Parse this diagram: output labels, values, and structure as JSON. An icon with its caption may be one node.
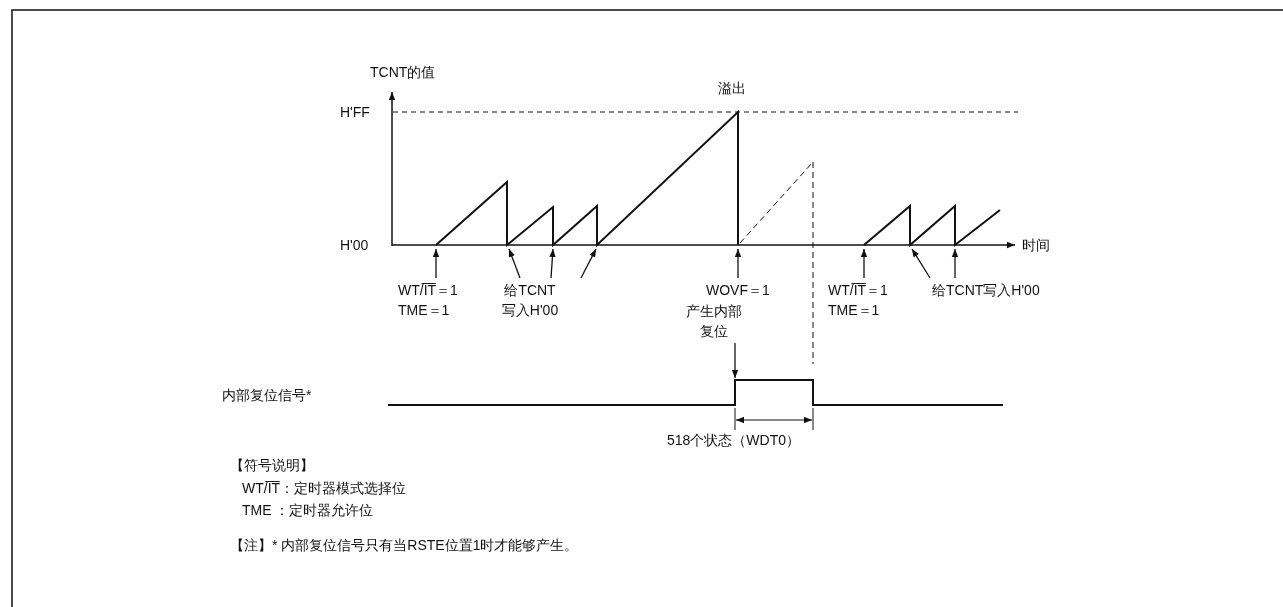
{
  "diagram": {
    "nodes": [
      {
        "text": [
          "WT/I̅T̅＝1",
          "TME＝1"
        ]
      },
      {
        "text": [
          "给TCNT 写入H'00"
        ]
      },
      {
        "text": [
          "WOVF＝1"
        ]
      },
      {
        "text": [
          "产生内部复位"
        ]
      },
      {
        "text": [
          "WT/I̅T̅＝1",
          "TME＝1"
        ]
      },
      {
        "text": [
          "给TCNT写入H'00"
        ]
      },
      {
        "text": [],
        "shape": "waveform"
      },
      {
        "text": [],
        "shape": "waveform"
      }
    ],
    "edges": [
      {
        "from": 0,
        "to": 6,
        "arrow": "to"
      },
      {
        "from": 1,
        "to": 6,
        "arrow": "to"
      },
      {
        "from": 1,
        "to": 6,
        "arrow": "to"
      },
      {
        "from": 1,
        "to": 6,
        "arrow": "to"
      },
      {
        "from": 2,
        "to": 6,
        "arrow": "to"
      },
      {
        "from": 3,
        "to": 7,
        "arrow": "to"
      },
      {
        "from": 4,
        "to": 6,
        "arrow": "to"
      },
      {
        "from": 5,
        "to": 6,
        "arrow": "to"
      },
      {
        "from": 5,
        "to": 6,
        "arrow": "to"
      }
    ],
    "labels": [
      "TCNT的值",
      "溢出",
      "H'FF",
      "H'00",
      "时间",
      "内部复位信号*",
      "518个状态（WDT0）",
      "【符号说明】",
      "WT/I̅T̅：定时器模式选择位",
      "TME ：定时器允许位",
      "【注】* 内部复位信号只有当RSTE位置1时才能够产生。"
    ]
  }
}
